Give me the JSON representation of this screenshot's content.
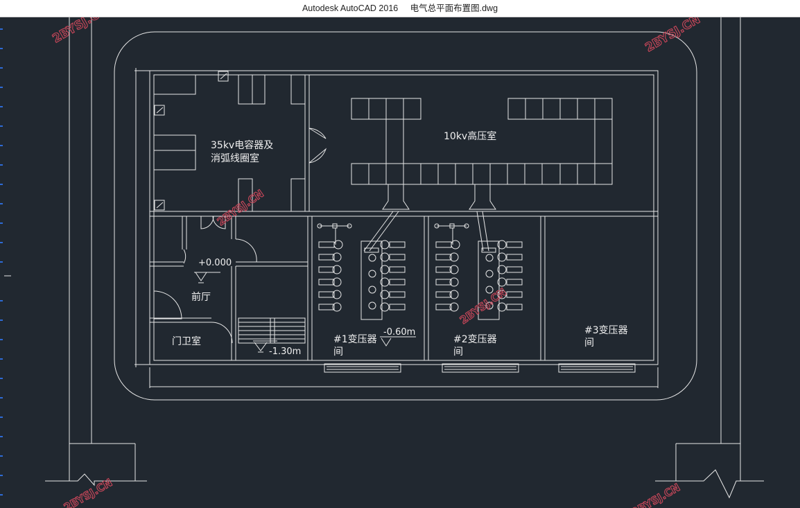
{
  "window": {
    "app_title": "Autodesk AutoCAD 2016",
    "file_name": "电气总平面布置图.dwg"
  },
  "drawing": {
    "room_35kv_line1": "35kv电容器及",
    "room_35kv_line2": "消弧线圈室",
    "room_10kv": "10kv高压室",
    "elev_lobby": "+0.000",
    "room_lobby": "前厅",
    "room_guard": "门卫室",
    "elev_stair": "-1.30m",
    "elev_trans1": "-0.60m",
    "trans1_line1": "#1变压器",
    "trans1_line2": "间",
    "trans2_line1": "#2变压器",
    "trans2_line2": "间",
    "trans3_line1": "#3变压器",
    "trans3_line2": "间"
  },
  "watermark": {
    "text": "2BYSJ.CN"
  },
  "colors": {
    "background": "#212830",
    "lines": "#e8e8e8",
    "watermark": "#c9475a",
    "axis_marks": "#2e6bd6"
  }
}
